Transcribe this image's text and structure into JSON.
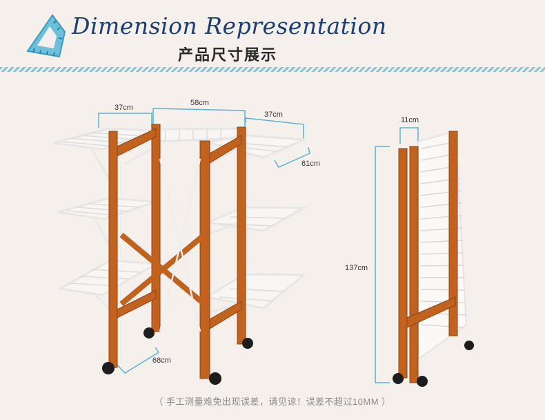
{
  "header": {
    "title_en": "Dimension Representation",
    "title_cn": "产品尺寸展示"
  },
  "icons": {
    "ruler": "ruler-triangle-icon"
  },
  "colors": {
    "accent": "#56b4d3",
    "title": "#1c3f73",
    "wood": "#c1621f",
    "rack": "#f2f2f2"
  },
  "dimensions": {
    "wing_left": "37cm",
    "center_width": "58cm",
    "wing_right": "37cm",
    "wing_depth": "61cm",
    "base_depth": "68cm",
    "folded_thickness": "11cm",
    "height": "137cm"
  },
  "footer": {
    "note": "（ 手工测量难免出现误差，请见谅！误差不超过10MM ）"
  }
}
